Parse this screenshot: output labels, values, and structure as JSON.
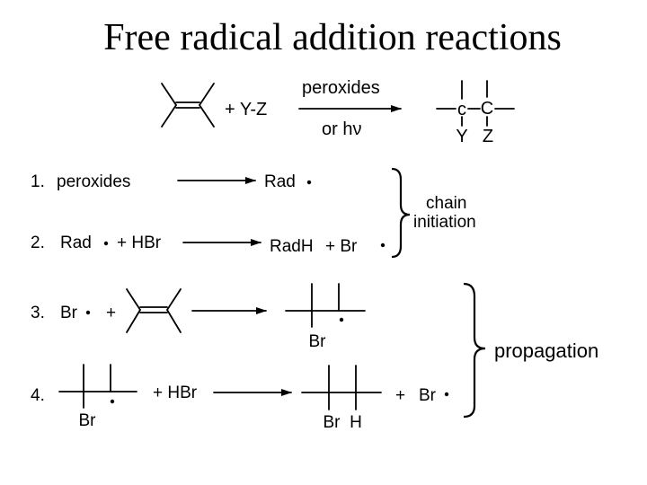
{
  "title": "Free radical addition reactions",
  "general": {
    "reagent": "+ Y-Z",
    "condition_top": "peroxides",
    "condition_bottom": "or hν",
    "product_c_left": "c",
    "product_c_right": "C",
    "product_y": "Y",
    "product_z": "Z"
  },
  "steps": [
    {
      "number": "1.",
      "reactants": "peroxides",
      "products": "Rad"
    },
    {
      "number": "2.",
      "reactant_a": "Rad",
      "reactant_b": "+ HBr",
      "product_a": "RadH",
      "product_b": "+ Br"
    },
    {
      "number": "3.",
      "reactant_a": "Br",
      "reactant_plus": "+",
      "product_label": "Br"
    },
    {
      "number": "4.",
      "reactant_label": "Br",
      "reagent": "+ HBr",
      "product_label_left": "Br",
      "product_label_right": "H",
      "product_b": "+",
      "product_radical": "Br"
    }
  ],
  "brackets": {
    "initiation_line1": "chain",
    "initiation_line2": "initiation",
    "propagation": "propagation"
  }
}
